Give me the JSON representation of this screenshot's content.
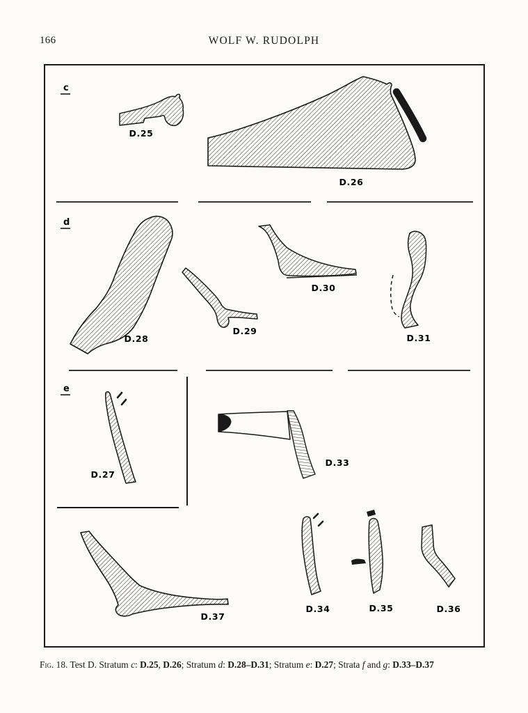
{
  "page": {
    "number": "166",
    "running_head": "WOLF W. RUDOLPH"
  },
  "figure": {
    "sections": {
      "c": "c",
      "d": "d",
      "e": "e"
    },
    "labels": {
      "d25": "D.25",
      "d26": "D.26",
      "d27": "D.27",
      "d28": "D.28",
      "d29": "D.29",
      "d30": "D.30",
      "d31": "D.31",
      "d33": "D.33",
      "d34": "D.34",
      "d35": "D.35",
      "d36": "D.36",
      "d37": "D.37"
    }
  },
  "caption": {
    "parts": [
      {
        "text": "Fig."
      },
      {
        "text": " 18. Test D. Stratum "
      },
      {
        "text": "c"
      },
      {
        "text": ": "
      },
      {
        "text": "D.25"
      },
      {
        "text": ", "
      },
      {
        "text": "D.26"
      },
      {
        "text": "; Stratum "
      },
      {
        "text": "d"
      },
      {
        "text": ": "
      },
      {
        "text": "D.28–D.31"
      },
      {
        "text": "; Stratum "
      },
      {
        "text": "e"
      },
      {
        "text": ": "
      },
      {
        "text": "D.27"
      },
      {
        "text": "; Strata "
      },
      {
        "text": "f"
      },
      {
        "text": " and "
      },
      {
        "text": "g"
      },
      {
        "text": ": "
      },
      {
        "text": "D.33–D.37"
      }
    ]
  },
  "colors": {
    "paper": "#fcfbf8",
    "ink": "#1a1a1a"
  }
}
